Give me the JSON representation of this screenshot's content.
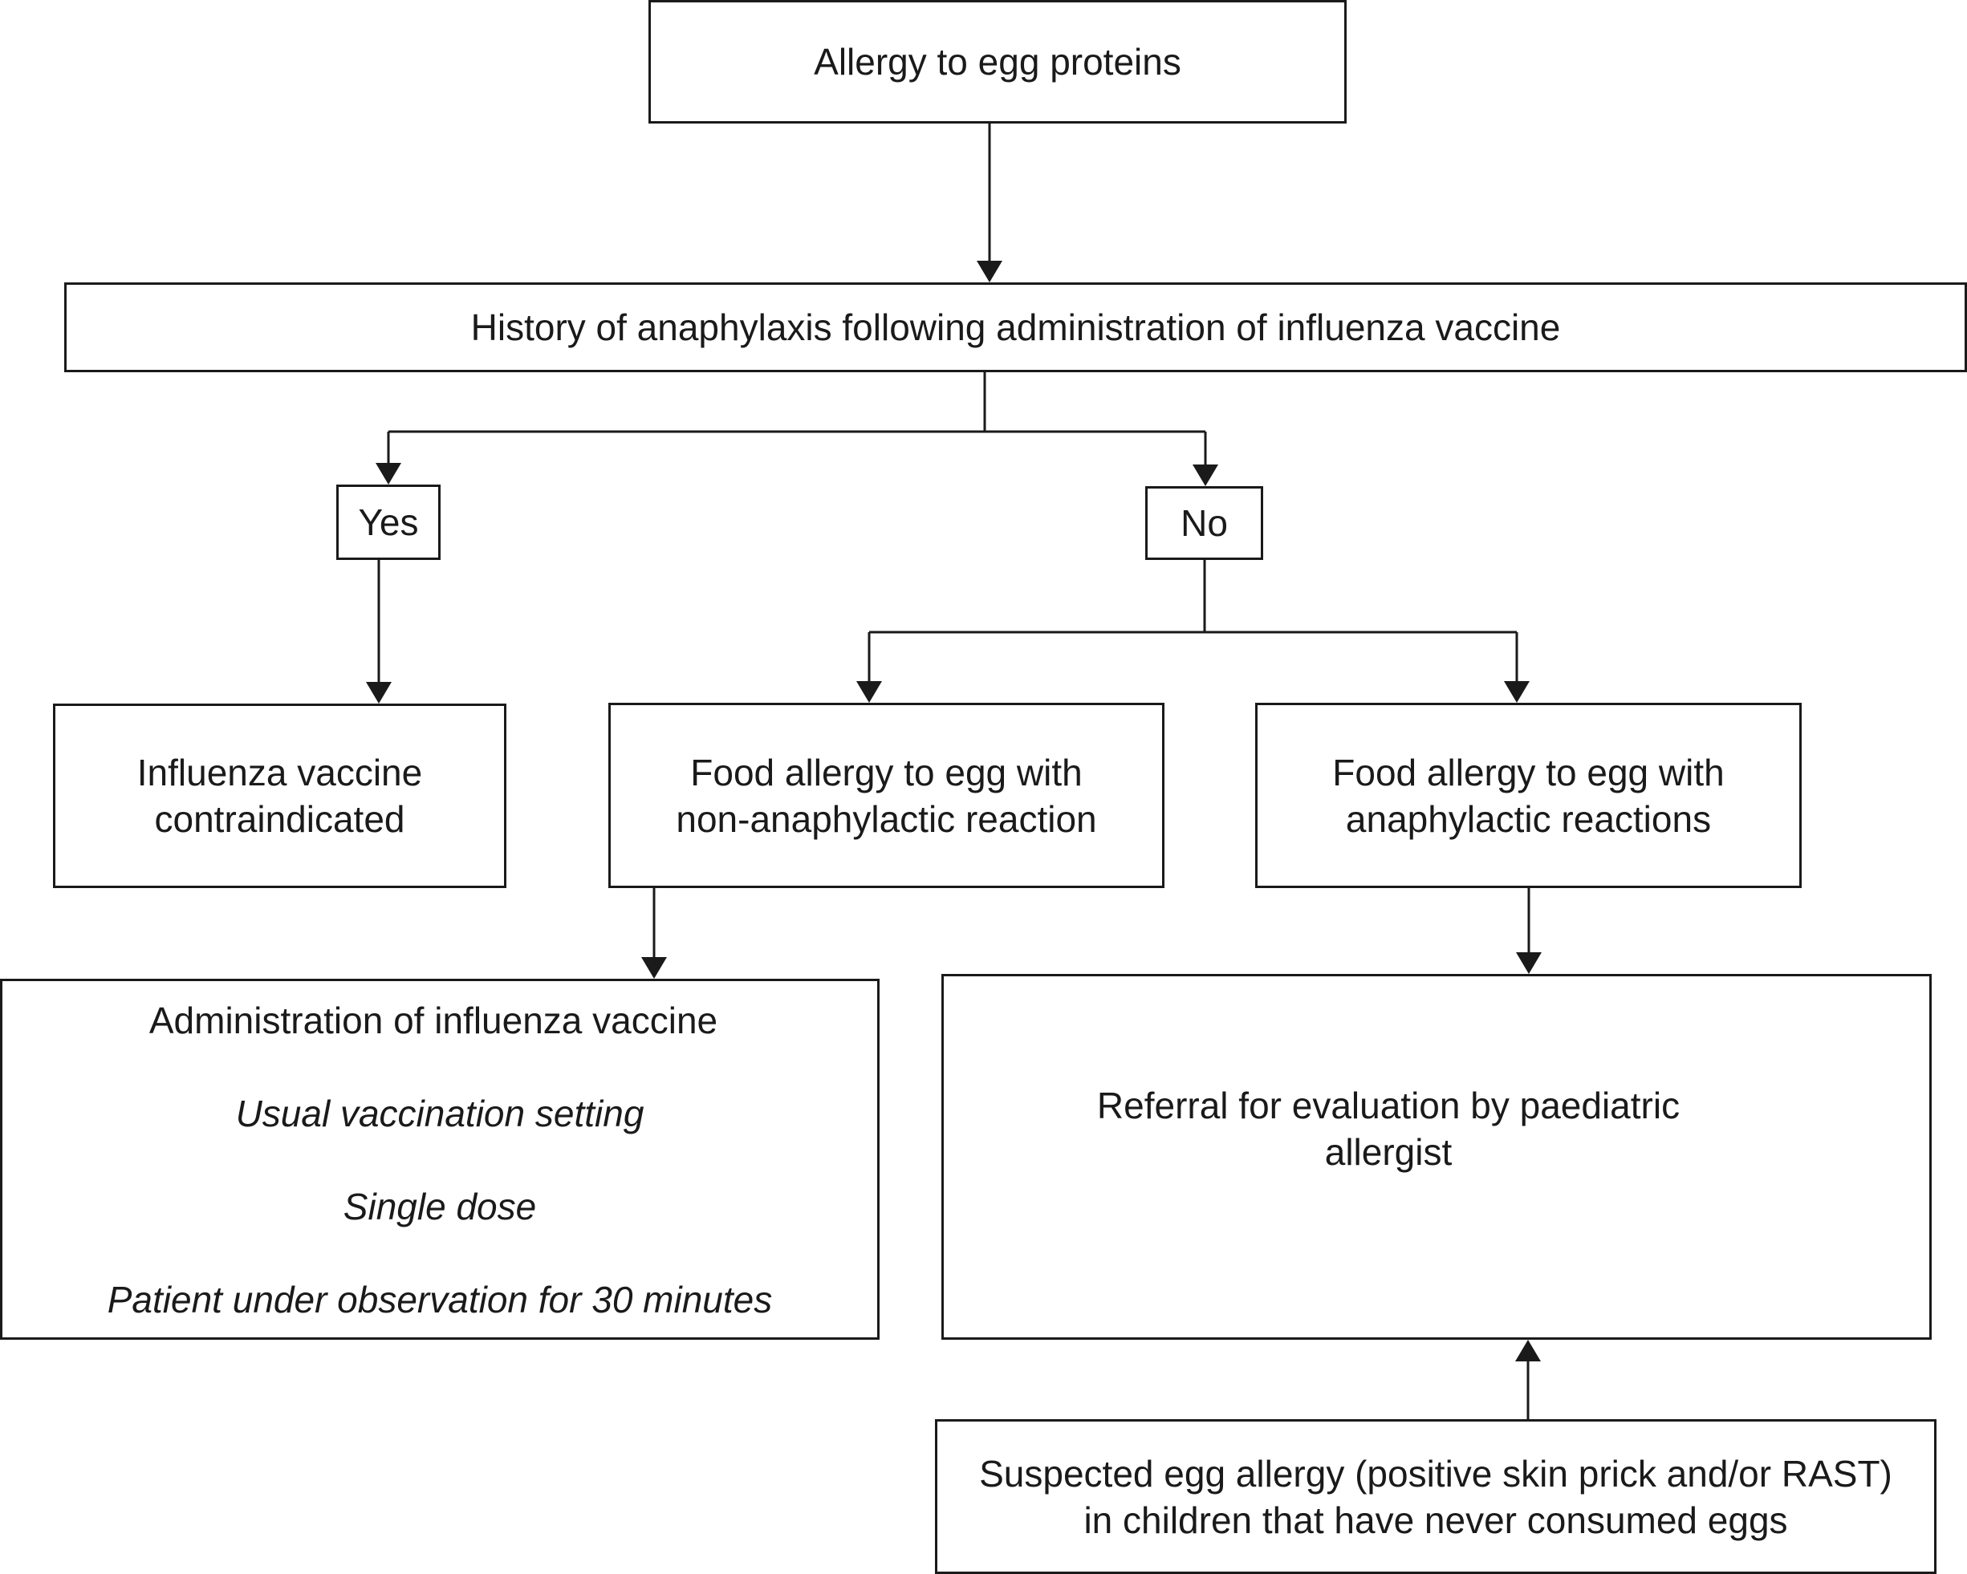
{
  "diagram": {
    "type": "flowchart",
    "nodes": {
      "start": {
        "lines": [
          "Allergy to egg proteins"
        ]
      },
      "history": {
        "lines": [
          "History of anaphylaxis following administration of influenza vaccine"
        ]
      },
      "yes": {
        "lines": [
          "Yes"
        ]
      },
      "no": {
        "lines": [
          "No"
        ]
      },
      "contraindicated": {
        "lines": [
          "Influenza vaccine",
          "contraindicated"
        ]
      },
      "non_anaphylactic": {
        "lines": [
          "Food allergy to egg with",
          "non-anaphylactic reaction"
        ]
      },
      "anaphylactic": {
        "lines": [
          "Food allergy to egg with",
          "anaphylactic reactions"
        ]
      },
      "administration": {
        "title": "Administration of influenza vaccine",
        "notes": [
          "Usual vaccination setting",
          "Single dose",
          "Patient under observation for 30 minutes"
        ]
      },
      "referral": {
        "lines": [
          "Referral for evaluation by paediatric",
          "allergist"
        ]
      },
      "suspected": {
        "lines": [
          "Suspected egg allergy (positive skin prick and/or RAST)",
          "in children that have never consumed eggs"
        ]
      }
    },
    "edges": [
      {
        "from": "start",
        "to": "history"
      },
      {
        "from": "history",
        "to": "yes"
      },
      {
        "from": "history",
        "to": "no"
      },
      {
        "from": "yes",
        "to": "contraindicated"
      },
      {
        "from": "no",
        "to": "non_anaphylactic"
      },
      {
        "from": "no",
        "to": "anaphylactic"
      },
      {
        "from": "non_anaphylactic",
        "to": "administration"
      },
      {
        "from": "anaphylactic",
        "to": "referral"
      },
      {
        "from": "suspected",
        "to": "referral"
      }
    ],
    "colors": {
      "stroke": "#1a1a1a",
      "background": "#ffffff"
    }
  }
}
